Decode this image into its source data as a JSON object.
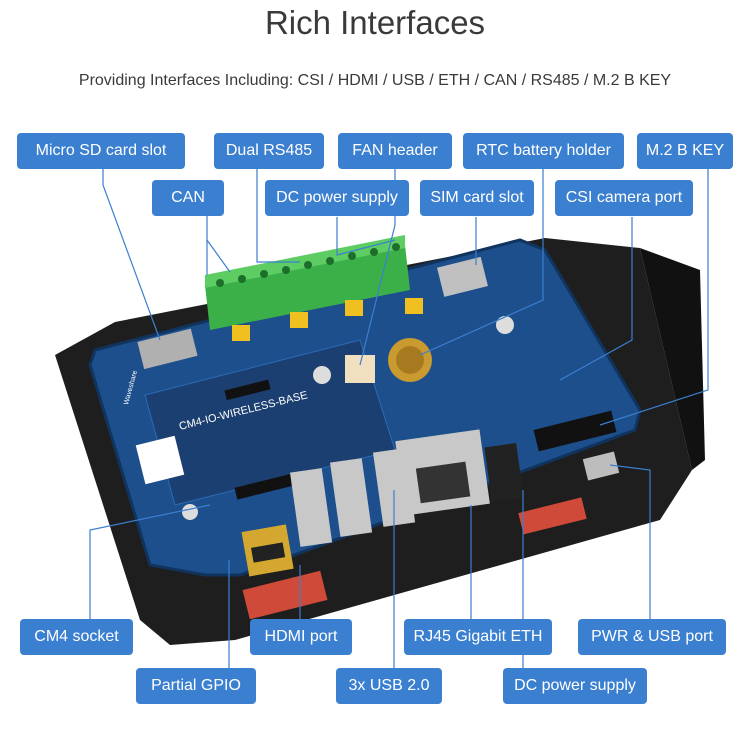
{
  "title": "Rich Interfaces",
  "subtitle": "Providing Interfaces Including: CSI / HDMI / USB / ETH / CAN / RS485 / M.2 B KEY",
  "labels": {
    "micro_sd": "Micro SD card slot",
    "dual_rs485": "Dual RS485",
    "fan_header": "FAN header",
    "rtc_battery": "RTC battery holder",
    "m2_bkey": "M.2 B KEY",
    "can": "CAN",
    "dc_power_top": "DC power supply",
    "sim_slot": "SIM card slot",
    "csi_camera": "CSI camera port",
    "cm4_socket": "CM4 socket",
    "hdmi_port": "HDMI port",
    "rj45": "RJ45 Gigabit ETH",
    "pwr_usb": "PWR & USB port",
    "partial_gpio": "Partial GPIO",
    "usb": "3x USB 2.0",
    "dc_power_bottom": "DC power supply"
  },
  "board": {
    "silkscreen": "CM4-IO-WIRELESS-BASE",
    "brand": "Waveshare"
  },
  "colors": {
    "accent": "#3b7fd0",
    "pcb": "#1d4f8c",
    "terminal": "#3cb048",
    "case": "#1e1e1e"
  }
}
